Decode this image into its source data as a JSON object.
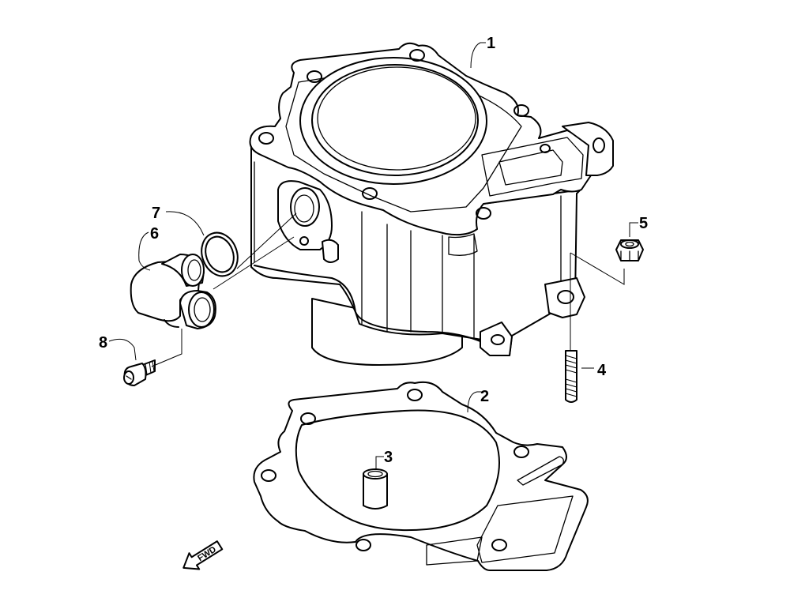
{
  "callouts": [
    {
      "id": "1",
      "label": "1"
    },
    {
      "id": "2",
      "label": "2"
    },
    {
      "id": "3",
      "label": "3"
    },
    {
      "id": "4",
      "label": "4"
    },
    {
      "id": "5",
      "label": "5"
    },
    {
      "id": "6",
      "label": "6"
    },
    {
      "id": "7",
      "label": "7"
    },
    {
      "id": "8",
      "label": "8"
    }
  ],
  "direction_indicator": {
    "label": "FWD",
    "icon": "arrow-left-icon"
  }
}
